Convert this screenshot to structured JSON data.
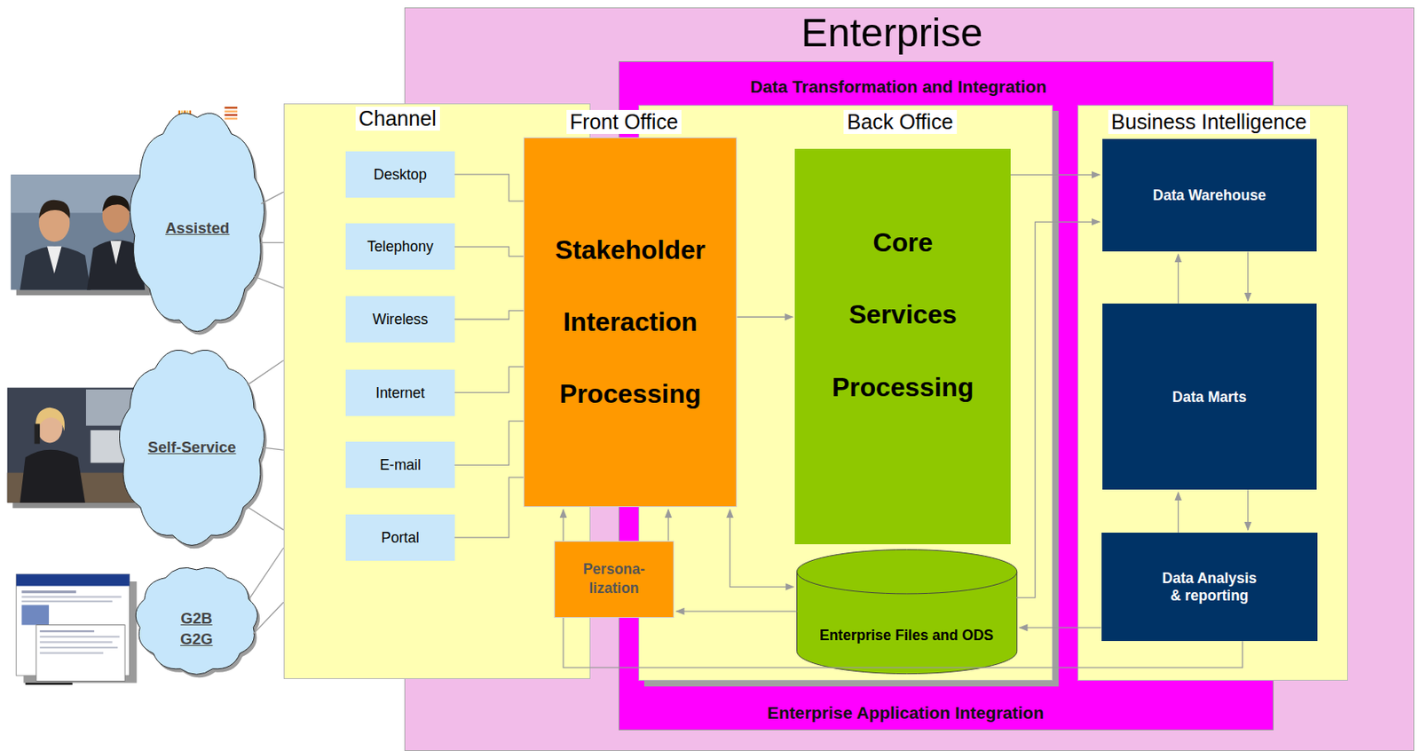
{
  "diagram": {
    "nodes": [
      {
        "text": [
          "Enterprise"
        ]
      },
      {
        "text": [
          "Data Transformation and Integration",
          "Enterprise Application Integration"
        ],
        "in": 0
      },
      {
        "text": [
          "Assisted"
        ]
      },
      {
        "text": [
          "Self-Service"
        ]
      },
      {
        "text": [
          "G2B G2G"
        ]
      },
      {
        "text": [
          "Channel"
        ]
      },
      {
        "text": [
          "Desktop"
        ],
        "in": 5
      },
      {
        "text": [
          "Telephony"
        ],
        "in": 5
      },
      {
        "text": [
          "Wireless"
        ],
        "in": 5
      },
      {
        "text": [
          "Internet"
        ],
        "in": 5
      },
      {
        "text": [
          "E-mail"
        ],
        "in": 5
      },
      {
        "text": [
          "Portal"
        ],
        "in": 5
      },
      {
        "text": [
          "Stakeholder Interaction Processing"
        ],
        "in": 0
      },
      {
        "text": [
          "Persona- lization"
        ],
        "in": 0
      },
      {
        "text": [
          "Front Office",
          "Back Office"
        ],
        "in": 1
      },
      {
        "text": [
          "Core Services Processing"
        ],
        "in": 14
      },
      {
        "text": [
          "Enterprise Files and ODS"
        ],
        "in": 14
      },
      {
        "text": [
          "Business Intelligence"
        ],
        "in": 0
      },
      {
        "text": [
          "Data Warehouse"
        ],
        "in": 17
      },
      {
        "text": [
          "Data Marts"
        ],
        "in": 17
      },
      {
        "text": [
          "Data Analysis & reporting"
        ],
        "in": 17
      }
    ],
    "edges": [
      {
        "from": 2,
        "to": 5,
        "arrow": "none"
      },
      {
        "from": 3,
        "to": 5,
        "arrow": "none"
      },
      {
        "from": 4,
        "to": 5,
        "arrow": "none"
      },
      {
        "from": 6,
        "to": 12,
        "arrow": "none"
      },
      {
        "from": 7,
        "to": 12,
        "arrow": "none"
      },
      {
        "from": 8,
        "to": 12,
        "arrow": "none"
      },
      {
        "from": 9,
        "to": 12,
        "arrow": "none"
      },
      {
        "from": 10,
        "to": 12,
        "arrow": "none"
      },
      {
        "from": 11,
        "to": 12,
        "arrow": "none"
      },
      {
        "from": 12,
        "to": 15,
        "arrow": "to"
      },
      {
        "from": 13,
        "to": 12,
        "arrow": "to"
      },
      {
        "from": 16,
        "to": 13,
        "arrow": "to"
      },
      {
        "from": 12,
        "to": 16,
        "arrow": "both"
      },
      {
        "from": 20,
        "to": 12,
        "arrow": "to"
      },
      {
        "from": 20,
        "to": 16,
        "arrow": "to"
      },
      {
        "from": 15,
        "to": 18,
        "arrow": "to"
      },
      {
        "from": 16,
        "to": 18,
        "arrow": "to"
      },
      {
        "from": 19,
        "to": 18,
        "arrow": "to"
      },
      {
        "from": 18,
        "to": 19,
        "arrow": "to"
      },
      {
        "from": 20,
        "to": 19,
        "arrow": "to"
      },
      {
        "from": 19,
        "to": 20,
        "arrow": "to"
      }
    ]
  }
}
